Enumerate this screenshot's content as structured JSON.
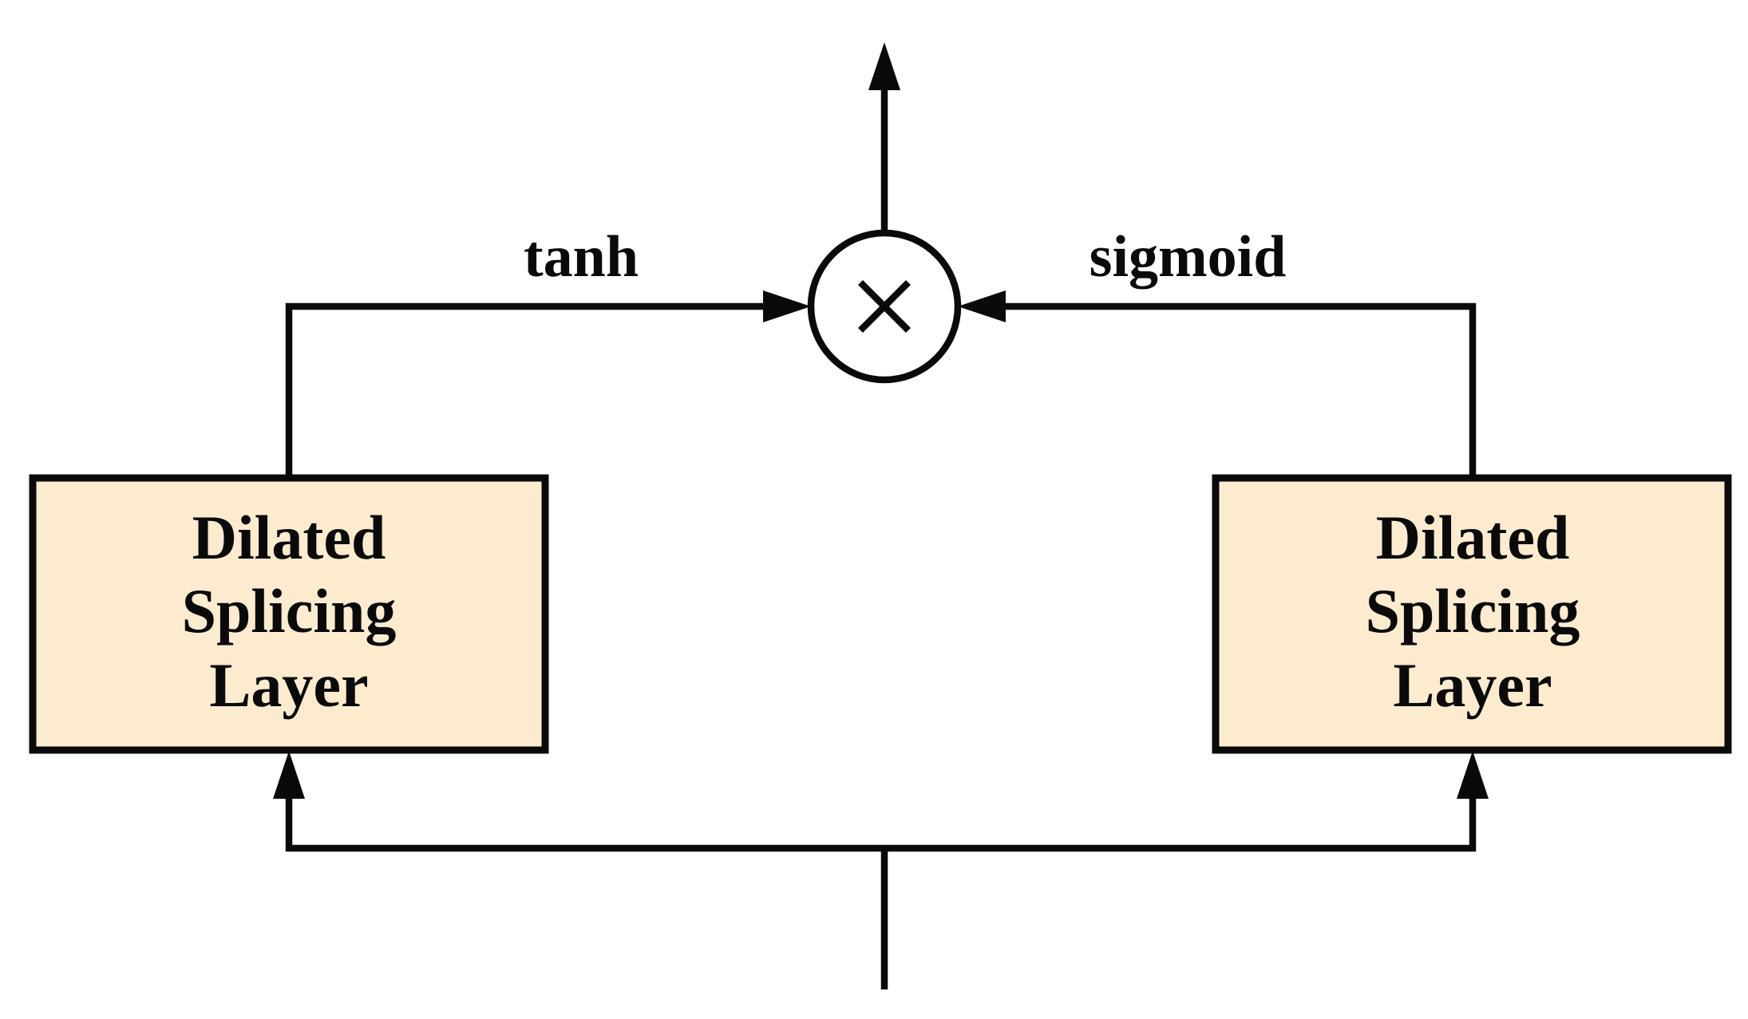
{
  "nodes": {
    "left_block": {
      "lines": [
        "Dilated",
        "Splicing",
        "Layer"
      ]
    },
    "right_block": {
      "lines": [
        "Dilated",
        "Splicing",
        "Layer"
      ]
    },
    "multiply": {
      "symbol": "multiply-icon"
    }
  },
  "edges": {
    "left_to_multiply": {
      "label": "tanh"
    },
    "right_to_multiply": {
      "label": "sigmoid"
    }
  },
  "colors": {
    "block_fill": "#fdebd0",
    "stroke": "#0a0a0a"
  }
}
